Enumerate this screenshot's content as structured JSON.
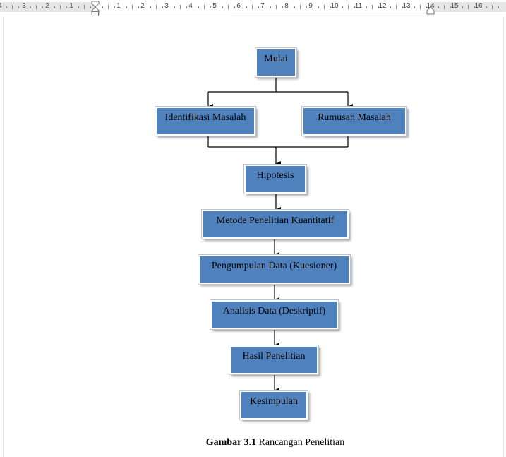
{
  "ruler": {
    "left_numbers": [
      "4",
      "3",
      "2",
      "1"
    ],
    "right_numbers": [
      "1",
      "2",
      "3",
      "4",
      "5",
      "6",
      "7",
      "8",
      "9",
      "10",
      "11",
      "12",
      "13",
      "14",
      "15",
      "16"
    ]
  },
  "flowchart": {
    "box_color": "#4f81bd",
    "nodes": {
      "start": "Mulai",
      "identification": "Identifikasi Masalah",
      "formulation": "Rumusan Masalah",
      "hypothesis": "Hipotesis",
      "method": "Metode Penelitian Kuantitatif",
      "collection": "Pengumpulan Data (Kuesioner)",
      "analysis": "Analisis Data (Deskriptif)",
      "results": "Hasil Penelitian",
      "conclusion": "Kesimpulan"
    }
  },
  "caption": {
    "label": "Gambar 3.1",
    "text": " Rancangan Penelitian"
  }
}
